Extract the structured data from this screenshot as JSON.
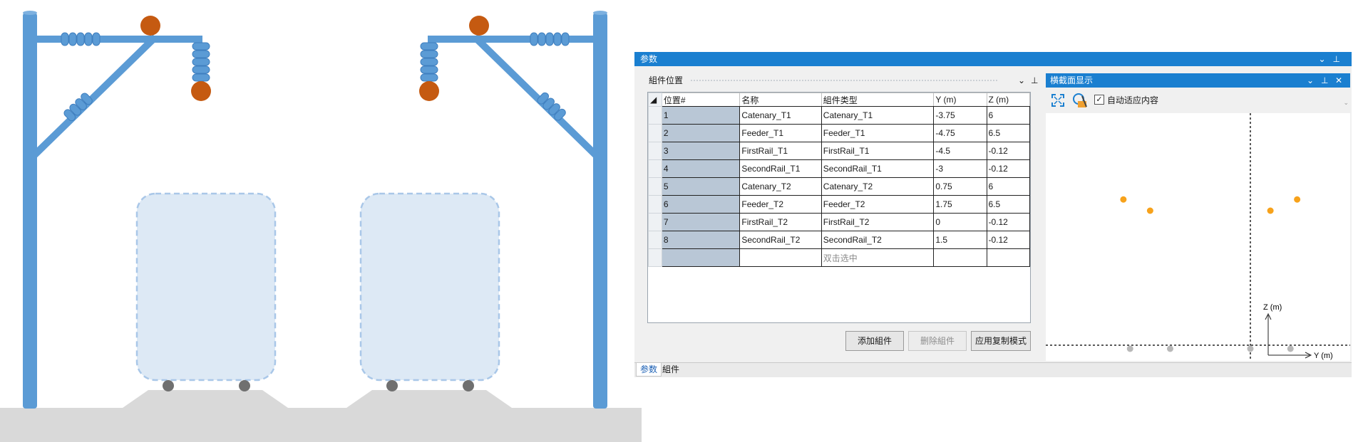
{
  "window": {
    "title": "参数",
    "btn_menu": "⌄",
    "btn_pin": "⊥"
  },
  "components_panel": {
    "title": "組件位置",
    "columns": [
      "位置#",
      "名称",
      "組件类型",
      "Y (m)",
      "Z (m)"
    ],
    "rows": [
      {
        "pos": "1",
        "name": "Catenary_T1",
        "type": "Catenary_T1",
        "y": "-3.75",
        "z": "6"
      },
      {
        "pos": "2",
        "name": "Feeder_T1",
        "type": "Feeder_T1",
        "y": "-4.75",
        "z": "6.5"
      },
      {
        "pos": "3",
        "name": "FirstRail_T1",
        "type": "FirstRail_T1",
        "y": "-4.5",
        "z": "-0.12"
      },
      {
        "pos": "4",
        "name": "SecondRail_T1",
        "type": "SecondRail_T1",
        "y": "-3",
        "z": "-0.12"
      },
      {
        "pos": "5",
        "name": "Catenary_T2",
        "type": "Catenary_T2",
        "y": "0.75",
        "z": "6"
      },
      {
        "pos": "6",
        "name": "Feeder_T2",
        "type": "Feeder_T2",
        "y": "1.75",
        "z": "6.5"
      },
      {
        "pos": "7",
        "name": "FirstRail_T2",
        "type": "FirstRail_T2",
        "y": "0",
        "z": "-0.12"
      },
      {
        "pos": "8",
        "name": "SecondRail_T2",
        "type": "SecondRail_T2",
        "y": "1.5",
        "z": "-0.12"
      }
    ],
    "new_row_hint": "双击选中",
    "buttons": {
      "add": "添加組件",
      "delete": "删除組件",
      "apply": "应用复制模式"
    }
  },
  "cross_section": {
    "title": "横截面显示",
    "auto_fit_label": "自动适应内容",
    "auto_fit_checked": true,
    "z_axis_label": "Z (m)",
    "y_axis_label": "Y (m)",
    "conductor_color": "#f7a21b",
    "rail_color": "#b8b8b8"
  },
  "bottom_tabs": [
    "参数",
    "組件"
  ],
  "colors": {
    "accent": "#1a7fd0",
    "pole": "#5b9bd5",
    "insulator_ball": "#c55a11",
    "train": "#dde9f5",
    "ground": "#d9d9d9"
  }
}
